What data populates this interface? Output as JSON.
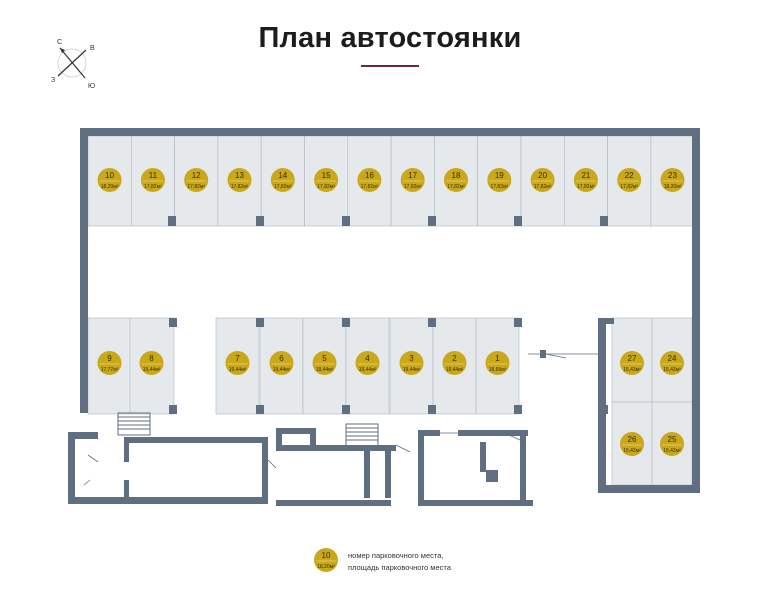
{
  "title": "План автостоянки",
  "compass": {
    "n": "С",
    "e": "В",
    "s": "Ю",
    "w": "З"
  },
  "colors": {
    "wall": "#5f6e80",
    "spot_fill": "#e6e9ec",
    "spot_line": "#aeb6bf",
    "badge": "#c9a81a",
    "badge_text": "#3a3000"
  },
  "spots": [
    {
      "number": "10",
      "area": "18,20м²"
    },
    {
      "number": "11",
      "area": "17,82м²"
    },
    {
      "number": "12",
      "area": "17,82м²"
    },
    {
      "number": "13",
      "area": "17,82м²"
    },
    {
      "number": "14",
      "area": "17,82м²"
    },
    {
      "number": "15",
      "area": "17,82м²"
    },
    {
      "number": "16",
      "area": "17,82м²"
    },
    {
      "number": "17",
      "area": "17,82м²"
    },
    {
      "number": "18",
      "area": "17,82м²"
    },
    {
      "number": "19",
      "area": "17,82м²"
    },
    {
      "number": "20",
      "area": "17,82м²"
    },
    {
      "number": "21",
      "area": "17,82м²"
    },
    {
      "number": "22",
      "area": "17,82м²"
    },
    {
      "number": "23",
      "area": "18,20м²"
    },
    {
      "number": "9",
      "area": "17,77м²"
    },
    {
      "number": "8",
      "area": "19,44м²"
    },
    {
      "number": "7",
      "area": "19,44м²"
    },
    {
      "number": "6",
      "area": "19,44м²"
    },
    {
      "number": "5",
      "area": "19,44м²"
    },
    {
      "number": "4",
      "area": "19,44м²"
    },
    {
      "number": "3",
      "area": "19,44м²"
    },
    {
      "number": "2",
      "area": "19,44м²"
    },
    {
      "number": "1",
      "area": "18,69м²"
    },
    {
      "number": "27",
      "area": "15,43м²"
    },
    {
      "number": "24",
      "area": "15,43м²"
    },
    {
      "number": "26",
      "area": "15,43м²"
    },
    {
      "number": "25",
      "area": "15,43м²"
    }
  ],
  "legend": {
    "number": "10",
    "area": "18,20м²",
    "line1": "номер парковочного места,",
    "line2": "площадь парковочного места"
  }
}
